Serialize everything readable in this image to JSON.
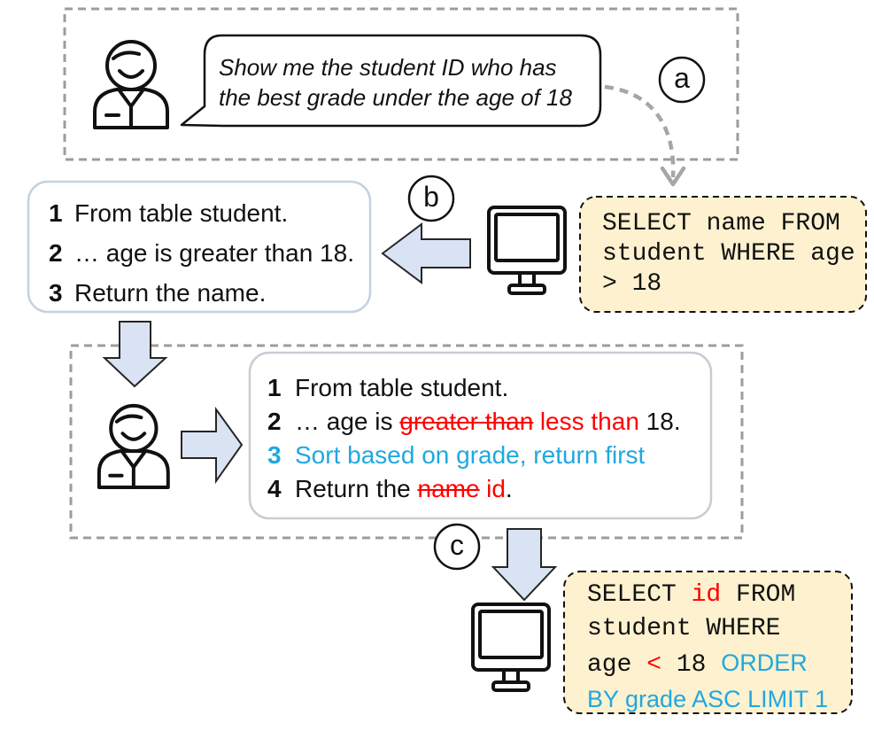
{
  "query": {
    "lines": [
      "Show me the student ID who has",
      "the best grade under the age of 18"
    ]
  },
  "markers": {
    "a": "a",
    "b": "b",
    "c": "c"
  },
  "initial_explanation": {
    "steps": [
      {
        "num": "1",
        "text": "From table student."
      },
      {
        "num": "2",
        "text": "… age is greater than 18."
      },
      {
        "num": "3",
        "text": "Return the name."
      }
    ]
  },
  "initial_sql": {
    "lines": [
      "SELECT name FROM",
      "student WHERE age",
      "> 18"
    ]
  },
  "edited_explanation": {
    "steps": [
      {
        "num": "1",
        "text": "From table student."
      },
      {
        "num": "2",
        "before": "… age is ",
        "deleted": "greater than",
        "inserted": "less than",
        "after": " 18."
      },
      {
        "num": "3",
        "text": "Sort based on grade, return first"
      },
      {
        "num": "4",
        "before": "Return the ",
        "deleted": "name",
        "inserted": "id",
        "after": "."
      }
    ]
  },
  "corrected_sql": {
    "line1": {
      "pre": "SELECT ",
      "edit": "id",
      "post": " FROM"
    },
    "line2": {
      "text": "student WHERE"
    },
    "line3": {
      "pre": "age ",
      "edit": "<",
      "mid": " 18 ",
      "added": "ORDER"
    },
    "line4": {
      "added": "BY grade ASC LIMIT 1"
    }
  },
  "icons": {
    "person": "user-icon",
    "computer": "monitor-icon"
  },
  "colors": {
    "edit": "#ff0000",
    "added": "#1fa8e0",
    "sql_fill": "#fdf1cf",
    "arrow_fill": "#dae3f3"
  }
}
